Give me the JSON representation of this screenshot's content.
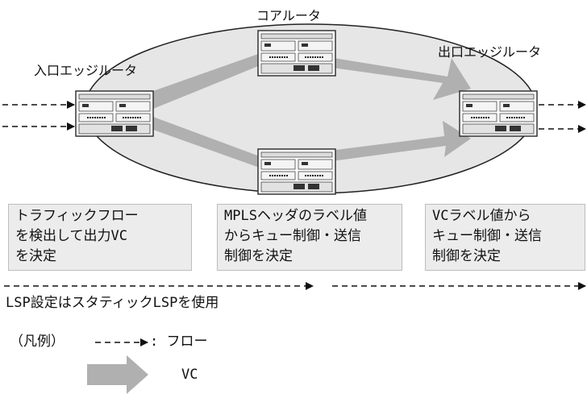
{
  "routers": {
    "ingress_label": "入口エッジルータ",
    "core_label": "コアルータ",
    "egress_label": "出口エッジルータ"
  },
  "boxes": {
    "ingress": [
      "トラフィックフロー",
      "を検出して出力VC",
      "を決定"
    ],
    "core": [
      "MPLSヘッダのラベル値",
      "からキュー制御・送信",
      "制御を決定"
    ],
    "egress": [
      "VCラベル値から",
      "キュー制御・送信",
      "制御を決定"
    ]
  },
  "lsp_note": "LSP設定はスタティックLSPを使用",
  "legend": {
    "title": "（凡例）",
    "flow_label": ": フロー",
    "vc_label": "VC"
  },
  "colors": {
    "ellipse_fill": "#e6e6e6",
    "vc_arrow": "#b0b0b0",
    "box_fill": "#ececec"
  }
}
